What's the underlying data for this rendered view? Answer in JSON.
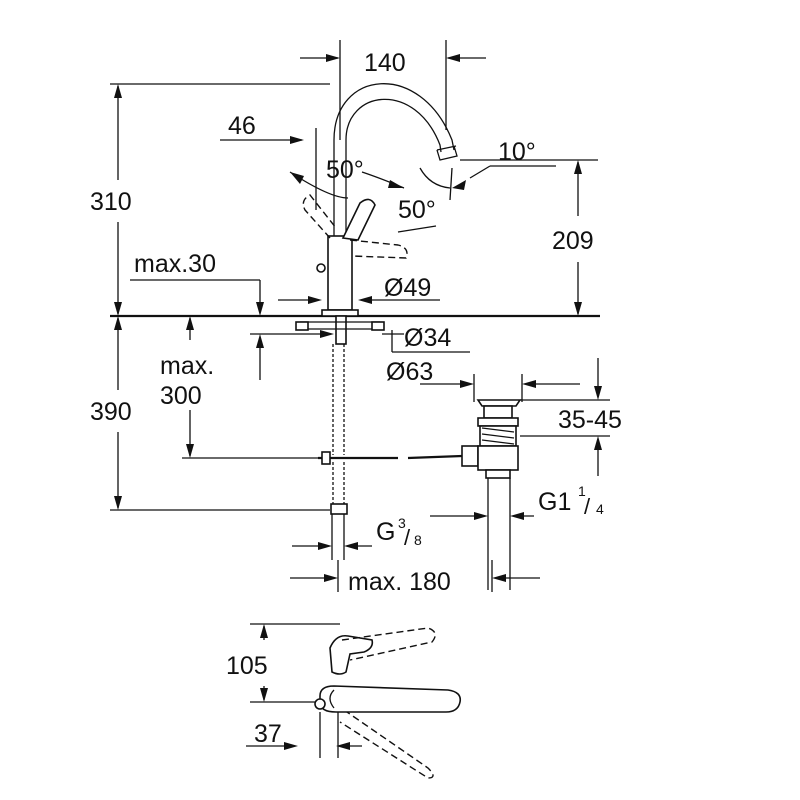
{
  "dimensions": {
    "spout_reach": "140",
    "lever_offset": "46",
    "lever_angle_left": "50°",
    "lever_angle_right": "50°",
    "spout_angle": "10°",
    "total_height": "310",
    "spout_height": "209",
    "max_deck_thickness": "max.30",
    "base_diameter": "Ø49",
    "hole_diameter": "Ø34",
    "waste_diameter": "Ø63",
    "waste_range": "35-45",
    "below_deck_height": "390",
    "max_hose_label": "max.",
    "max_hose_value": "300",
    "supply_thread_main": "G",
    "supply_thread_num": "3",
    "supply_thread_den": "8",
    "waste_thread_main": "G1",
    "waste_thread_num": "1",
    "waste_thread_den": "4",
    "max_waste_offset": "max. 180",
    "plan_depth": "105",
    "plan_offset": "37"
  }
}
